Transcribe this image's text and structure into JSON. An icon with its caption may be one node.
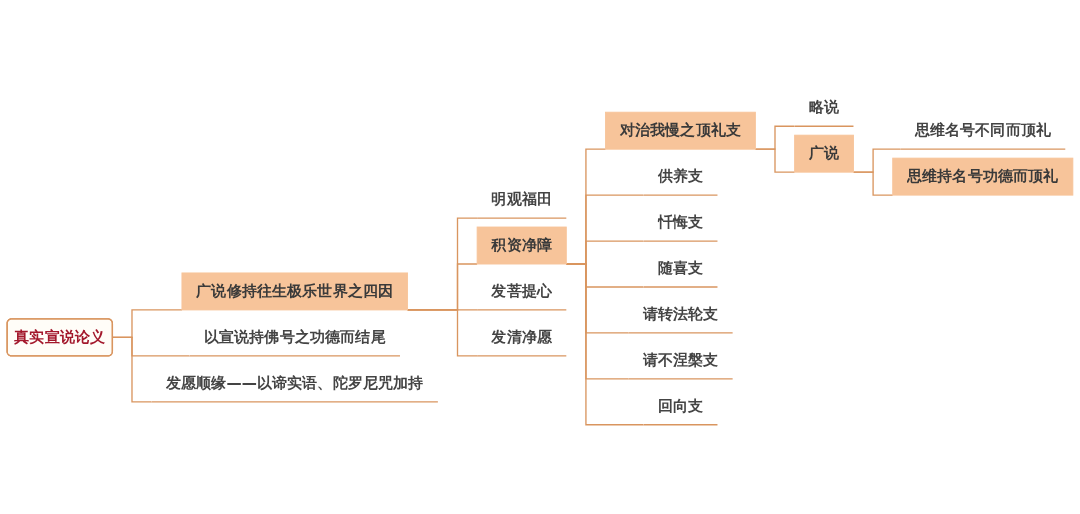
{
  "diagram": {
    "nodes": [
      {
        "text": [
          "真实宣说论义"
        ]
      },
      {
        "text": [
          "广说修持往生极乐世界之四因"
        ]
      },
      {
        "text": [
          "明观福田"
        ]
      },
      {
        "text": [
          "积资净障"
        ]
      },
      {
        "text": [
          "对治我慢之顶礼支"
        ]
      },
      {
        "text": [
          "略说"
        ]
      },
      {
        "text": [
          "广说"
        ]
      },
      {
        "text": [
          "思维名号不同而顶礼"
        ]
      },
      {
        "text": [
          "思维持名号功德而顶礼"
        ]
      },
      {
        "text": [
          "供养支"
        ]
      },
      {
        "text": [
          "忏悔支"
        ]
      },
      {
        "text": [
          "随喜支"
        ]
      },
      {
        "text": [
          "请转法轮支"
        ]
      },
      {
        "text": [
          "请不涅槃支"
        ]
      },
      {
        "text": [
          "回向支"
        ]
      },
      {
        "text": [
          "发菩提心"
        ]
      },
      {
        "text": [
          "发清净愿"
        ]
      },
      {
        "text": [
          "以宣说持佛号之功德而结尾"
        ]
      },
      {
        "text": [
          "发愿顺缘——以谛实语、陀罗尼咒加持"
        ]
      }
    ],
    "edges": [
      {
        "from": 0,
        "to": 1,
        "arrow": "none"
      },
      {
        "from": 1,
        "to": 2,
        "arrow": "none"
      },
      {
        "from": 1,
        "to": 3,
        "arrow": "none"
      },
      {
        "from": 3,
        "to": 4,
        "arrow": "none"
      },
      {
        "from": 4,
        "to": 5,
        "arrow": "none"
      },
      {
        "from": 4,
        "to": 6,
        "arrow": "none"
      },
      {
        "from": 6,
        "to": 7,
        "arrow": "none"
      },
      {
        "from": 6,
        "to": 8,
        "arrow": "none"
      },
      {
        "from": 3,
        "to": 9,
        "arrow": "none"
      },
      {
        "from": 3,
        "to": 10,
        "arrow": "none"
      },
      {
        "from": 3,
        "to": 11,
        "arrow": "none"
      },
      {
        "from": 3,
        "to": 12,
        "arrow": "none"
      },
      {
        "from": 3,
        "to": 13,
        "arrow": "none"
      },
      {
        "from": 3,
        "to": 14,
        "arrow": "none"
      },
      {
        "from": 1,
        "to": 15,
        "arrow": "none"
      },
      {
        "from": 1,
        "to": 16,
        "arrow": "none"
      },
      {
        "from": 0,
        "to": 17,
        "arrow": "none"
      },
      {
        "from": 0,
        "to": 18,
        "arrow": "none"
      }
    ]
  }
}
